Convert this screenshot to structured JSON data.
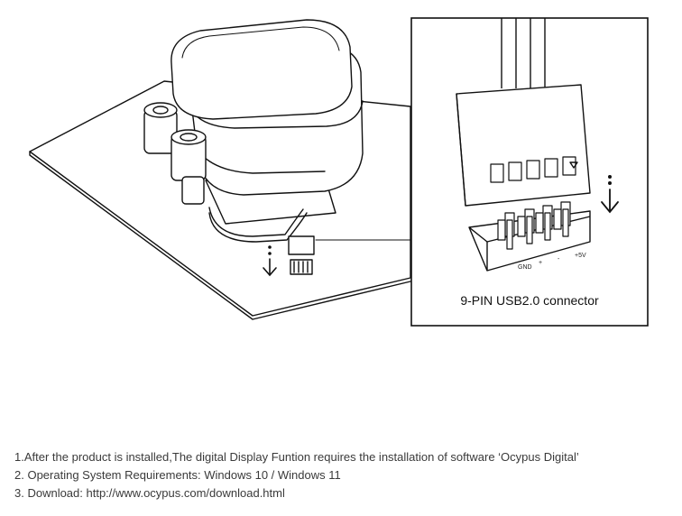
{
  "inset": {
    "caption": "9-PIN USB2.0 connector",
    "pin_labels": [
      "GND",
      "+",
      "-",
      "+5V"
    ]
  },
  "instructions": [
    "1.After the product is installed,The digital Display Funtion requires the installation of software ‘Ocypus Digital’",
    "2. Operating System Requirements: Windows 10 / Windows 11",
    "3. Download: http://www.ocypus.com/download.html"
  ],
  "icons": [
    "down-arrow-icon",
    "down-arrow-icon"
  ]
}
